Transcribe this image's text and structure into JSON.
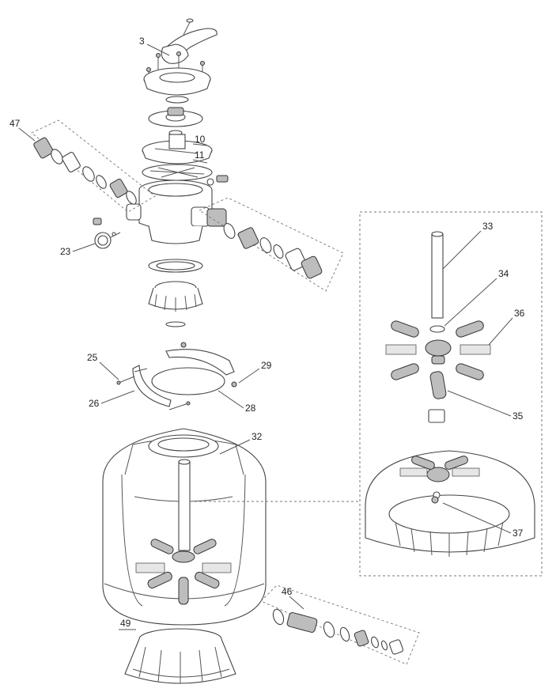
{
  "labels": {
    "p3": "3",
    "p10": "10",
    "p11": "11",
    "p23": "23",
    "p25": "25",
    "p26": "26",
    "p28": "28",
    "p29": "29",
    "p32": "32",
    "p33": "33",
    "p34": "34",
    "p35": "35",
    "p36": "36",
    "p37": "37",
    "p46": "46",
    "p47": "47",
    "p49": "49"
  }
}
